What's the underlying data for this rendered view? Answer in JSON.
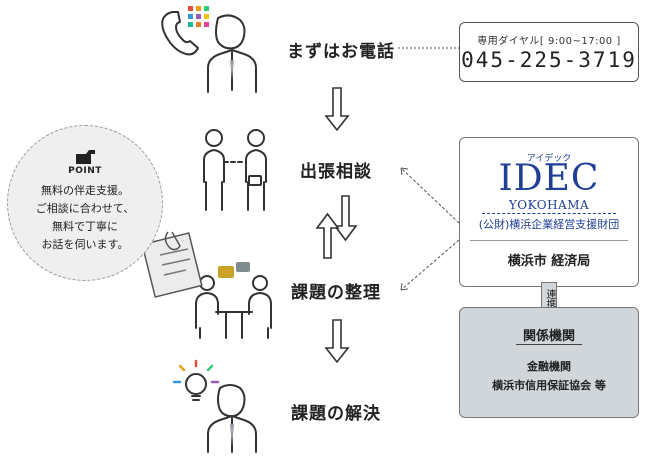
{
  "steps": [
    {
      "label": "まずはお電話"
    },
    {
      "label": "出張相談"
    },
    {
      "label": "課題の整理"
    },
    {
      "label": "課題の解決"
    }
  ],
  "phone": {
    "dial_label": "専用ダイヤル[ 9:00~17:00 ]",
    "number": "045-225-3719"
  },
  "point": {
    "badge": "POINT",
    "lines": [
      "無料の伴走支援。",
      "ご相談に合わせて、",
      "無料で丁寧に",
      "お話を伺います。"
    ]
  },
  "org": {
    "kana": "アイデック",
    "logo_main": "IDEC",
    "logo_sub": "YOKOHAMA",
    "foundation": "(公財)横浜企業経営支援財団",
    "city": "横浜市 経済局"
  },
  "link": {
    "label": "連携"
  },
  "related": {
    "title": "関係機関",
    "line1": "金融機関",
    "line2": "横浜市信用保証協会 等"
  },
  "colors": {
    "idec_blue": "#1f3e95",
    "dark": "#333333",
    "gray_box": "#d1d6da"
  }
}
